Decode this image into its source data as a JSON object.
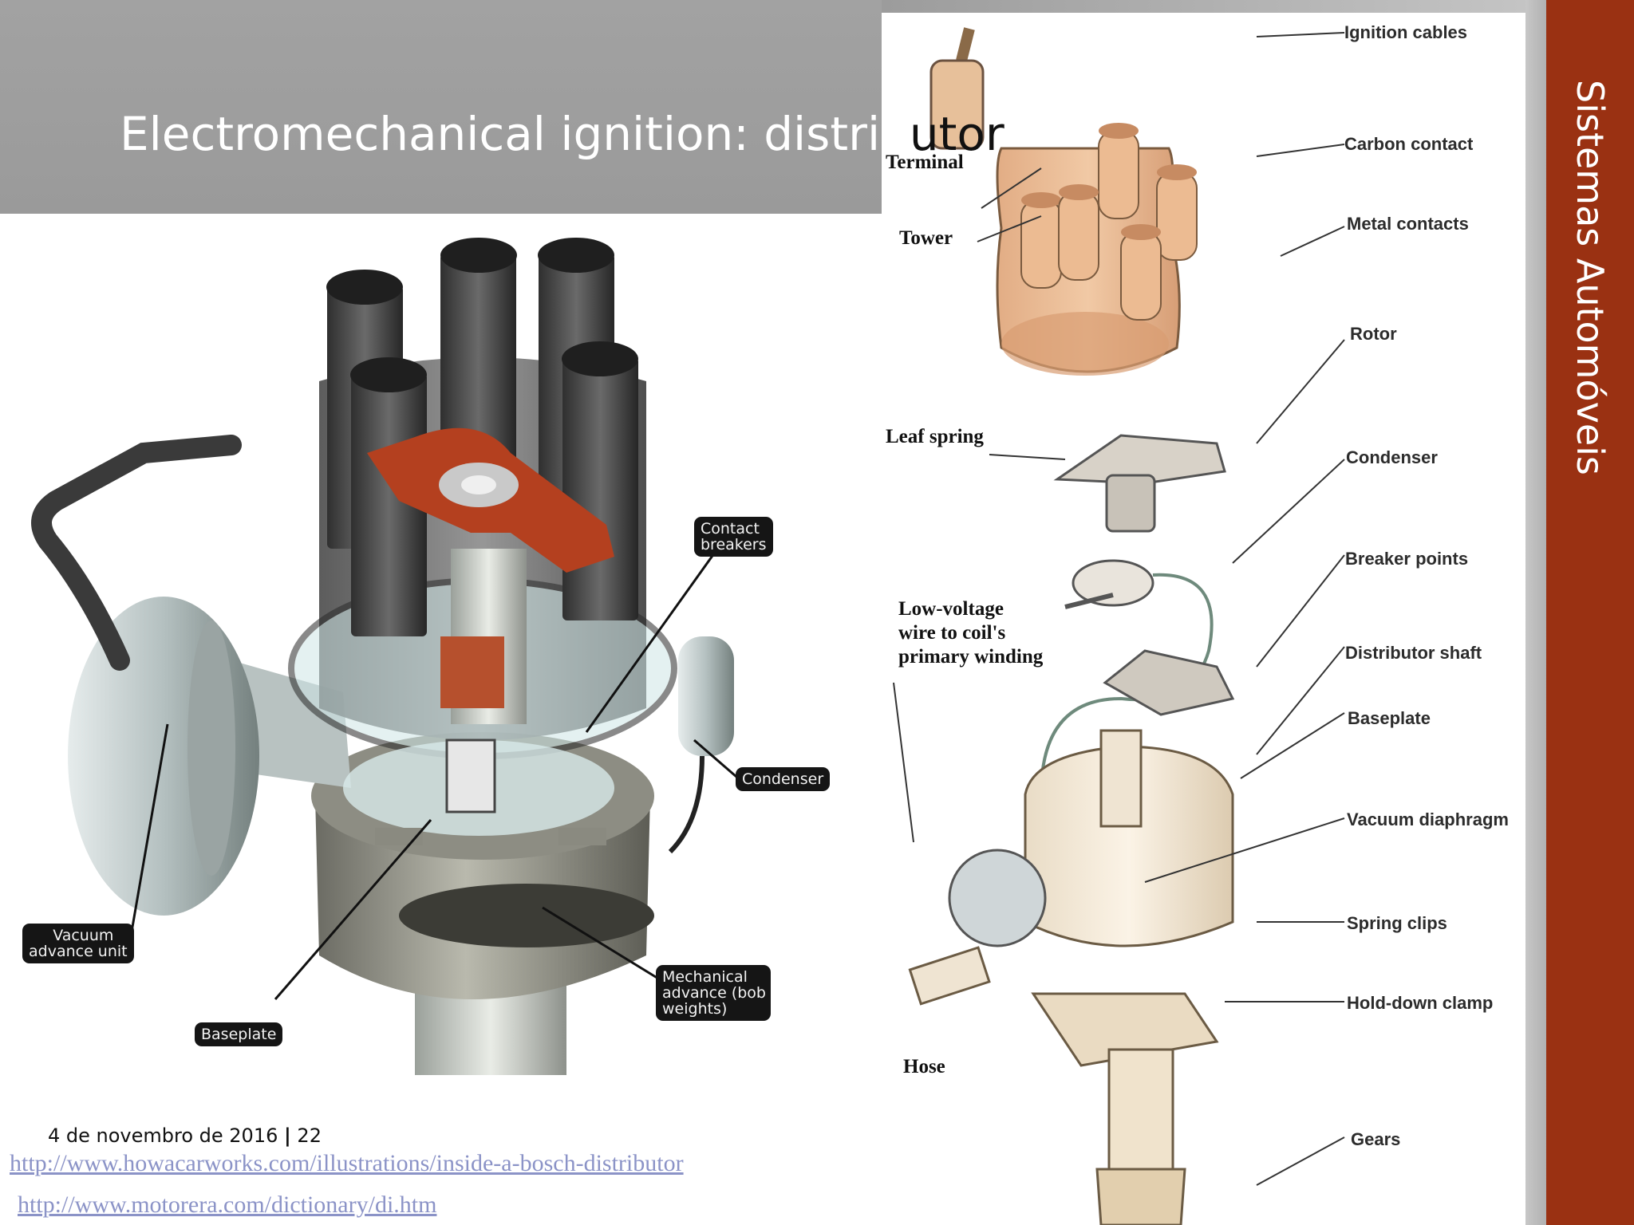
{
  "slide": {
    "title_part1": "Electromechanical ignition: distrib",
    "title_part2": "utor",
    "side_title": "Sistemas Automóveis"
  },
  "left_diagram": {
    "callouts": {
      "contact_breakers": "Contact\nbreakers",
      "condenser": "Condenser",
      "vacuum_advance": "     Vacuum\nadvance unit",
      "baseplate": "Baseplate",
      "mechanical_advance": "Mechanical\nadvance (bob\nweights)"
    }
  },
  "right_diagram": {
    "labels": {
      "ignition_cables": "Ignition cables",
      "carbon_contact": "Carbon contact",
      "metal_contacts": "Metal contacts",
      "rotor": "Rotor",
      "condenser": "Condenser",
      "breaker_points": "Breaker points",
      "distributor_shaft": "Distributor shaft",
      "baseplate": "Baseplate",
      "vacuum_diaphragm": "Vacuum diaphragm",
      "spring_clips": "Spring clips",
      "hold_down_clamp": "Hold-down clamp",
      "gears": "Gears",
      "terminal": "Terminal",
      "tower": "Tower",
      "leaf_spring": "Leaf spring",
      "low_voltage": "Low-voltage\nwire to coil's\nprimary winding",
      "hose": "Hose"
    }
  },
  "footer": {
    "date": "4 de novembro de 2016",
    "separator": "|",
    "page": "22",
    "link1": "http://www.howacarworks.com/illustrations/inside-a-bosch-distributor",
    "link2": "http://www.motorera.com/dictionary/di.htm"
  },
  "colors": {
    "title_band": "#9e9e9e",
    "side_band": "#9a3112",
    "link": "#8b93c7"
  }
}
